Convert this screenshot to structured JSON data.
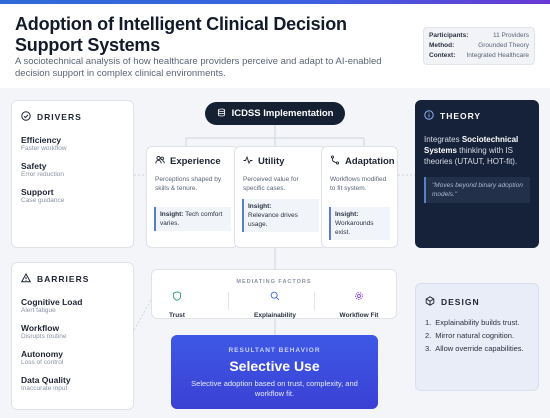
{
  "header": {
    "title": "Adoption of Intelligent Clinical Decision Support Systems",
    "subtitle": "A sociotechnical analysis of how healthcare providers perceive and adapt to AI-enabled decision support in complex clinical environments."
  },
  "meta": [
    {
      "key": "Participants:",
      "value": "11 Providers"
    },
    {
      "key": "Method:",
      "value": "Grounded Theory"
    },
    {
      "key": "Context:",
      "value": "Integrated Healthcare"
    }
  ],
  "drivers": {
    "title": "DRIVERS",
    "items": [
      {
        "title": "Efficiency",
        "sub": "Faster workflow"
      },
      {
        "title": "Safety",
        "sub": "Error reduction"
      },
      {
        "title": "Support",
        "sub": "Case guidance"
      }
    ]
  },
  "barriers": {
    "title": "BARRIERS",
    "items": [
      {
        "title": "Cognitive Load",
        "sub": "Alert fatigue"
      },
      {
        "title": "Workflow",
        "sub": "Disrupts routine"
      },
      {
        "title": "Autonomy",
        "sub": "Loss of control"
      },
      {
        "title": "Data Quality",
        "sub": "Inaccurate input"
      }
    ]
  },
  "implementation": {
    "label": "ICDSS Implementation"
  },
  "columns": [
    {
      "title": "Experience",
      "desc": "Perceptions shaped by skills & tenure.",
      "insight_key": "Insight:",
      "insight": "Tech comfort varies."
    },
    {
      "title": "Utility",
      "desc": "Perceived value for specific cases.",
      "insight_key": "Insight:",
      "insight": "Relevance drives usage."
    },
    {
      "title": "Adaptation",
      "desc": "Workflows modified to fit system.",
      "insight_key": "Insight:",
      "insight": "Workarounds exist."
    }
  ],
  "mediating": {
    "label": "MEDIATING FACTORS",
    "factors": [
      {
        "label": "Trust",
        "icon": "shield-icon",
        "color": "#2c9c6a"
      },
      {
        "label": "Explainability",
        "icon": "search-icon",
        "color": "#3b6fd8"
      },
      {
        "label": "Workflow Fit",
        "icon": "gear-icon",
        "color": "#8a4ad8"
      }
    ]
  },
  "result": {
    "kicker": "RESULTANT BEHAVIOR",
    "title": "Selective Use",
    "desc": "Selective adoption based on trust, complexity, and workflow fit."
  },
  "theory": {
    "title": "THEORY",
    "pre": "Integrates ",
    "bold": "Sociotechnical Systems",
    "post": " thinking with IS theories (UTAUT, HOT-fit).",
    "quote": "\"Moves beyond binary adoption models.\""
  },
  "design": {
    "title": "DESIGN",
    "items": [
      {
        "n": "1.",
        "text": "Explainability builds trust."
      },
      {
        "n": "2.",
        "text": "Mirror natural cognition."
      },
      {
        "n": "3.",
        "text": "Allow override capabilities."
      }
    ]
  },
  "colors": {
    "accent": "#3b62e0",
    "navy": "#16223a",
    "result": "#3a41d4"
  }
}
